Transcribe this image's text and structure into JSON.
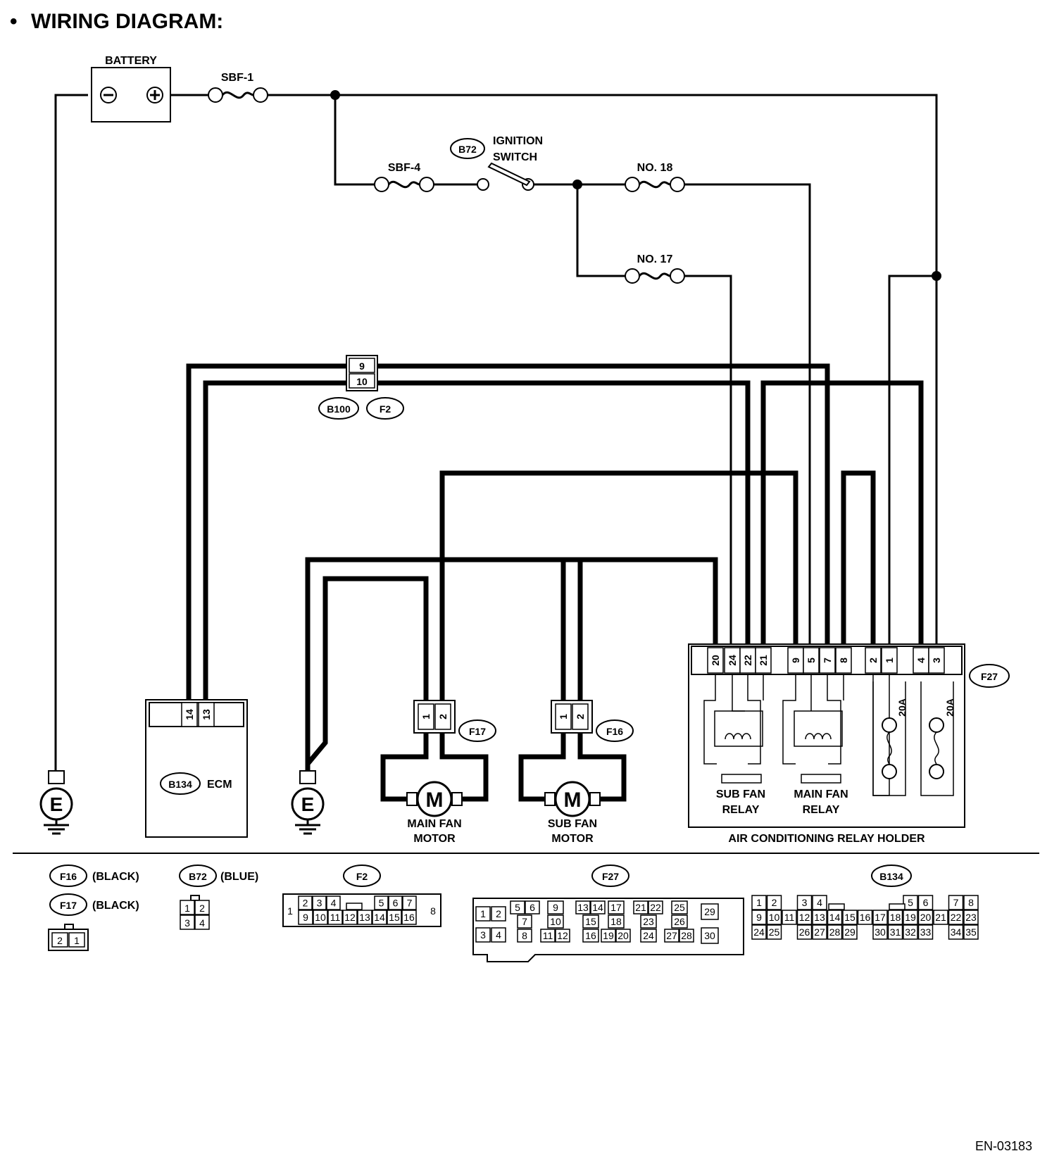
{
  "title": "WIRING DIAGRAM:",
  "bullet": "•",
  "battery": {
    "label": "BATTERY",
    "neg": "⊖",
    "pos": "⊕"
  },
  "fuses": {
    "sbf1": "SBF-1",
    "sbf4": "SBF-4",
    "no18": "NO. 18",
    "no17": "NO. 17",
    "f20a_1": "20A",
    "f20a_2": "20A"
  },
  "ignition": {
    "connector": "B72",
    "label_1": "IGNITION",
    "label_2": "SWITCH"
  },
  "joint": {
    "pin_top": "9",
    "pin_bottom": "10",
    "conn_a": "B100",
    "conn_b": "F2"
  },
  "ecm": {
    "connector": "B134",
    "label": "ECM",
    "pins": [
      "14",
      "13"
    ]
  },
  "ground": {
    "symbol": "E"
  },
  "main_fan": {
    "connector": "F17",
    "pins": [
      "1",
      "2"
    ],
    "motor": "M",
    "label_1": "MAIN FAN",
    "label_2": "MOTOR"
  },
  "sub_fan": {
    "connector": "F16",
    "pins": [
      "1",
      "2"
    ],
    "motor": "M",
    "label_1": "SUB FAN",
    "label_2": "MOTOR"
  },
  "relay_holder": {
    "connector": "F27",
    "label": "AIR CONDITIONING RELAY HOLDER",
    "pins": [
      "20",
      "24",
      "22",
      "21",
      "9",
      "5",
      "7",
      "8",
      "2",
      "1",
      "4",
      "3"
    ],
    "sub_relay_1": "SUB FAN",
    "sub_relay_2": "RELAY",
    "main_relay_1": "MAIN FAN",
    "main_relay_2": "RELAY"
  },
  "legend": {
    "f16": {
      "connector": "F16",
      "color": "(BLACK)"
    },
    "f17": {
      "connector": "F17",
      "color": "(BLACK)"
    },
    "f16f17_pins": [
      "2",
      "1"
    ],
    "b72": {
      "connector": "B72",
      "color": "(BLUE)",
      "pins": [
        "1",
        "2",
        "3",
        "4"
      ]
    },
    "f2": {
      "connector": "F2",
      "left": "1",
      "right": "8",
      "top": [
        "2",
        "3",
        "4",
        "5",
        "6",
        "7"
      ],
      "bottom": [
        "9",
        "10",
        "11",
        "12",
        "13",
        "14",
        "15",
        "16"
      ]
    },
    "f27": {
      "connector": "F27",
      "cells": [
        "1",
        "2",
        "3",
        "4",
        "5",
        "6",
        "7",
        "8",
        "9",
        "10",
        "11",
        "12",
        "13",
        "14",
        "15",
        "16",
        "17",
        "18",
        "19",
        "20",
        "21",
        "22",
        "23",
        "24",
        "25",
        "26",
        "27",
        "28",
        "29",
        "30"
      ]
    },
    "b134": {
      "connector": "B134",
      "row1": [
        "1",
        "2",
        "3",
        "4",
        "5",
        "6",
        "7",
        "8"
      ],
      "row2": [
        "9",
        "10",
        "11",
        "12",
        "13",
        "14",
        "15",
        "16",
        "17",
        "18",
        "19",
        "20",
        "21",
        "22",
        "23"
      ],
      "row3": [
        "24",
        "25",
        "26",
        "27",
        "28",
        "29",
        "30",
        "31",
        "32",
        "33",
        "34",
        "35"
      ]
    }
  },
  "doc_code": "EN-03183"
}
